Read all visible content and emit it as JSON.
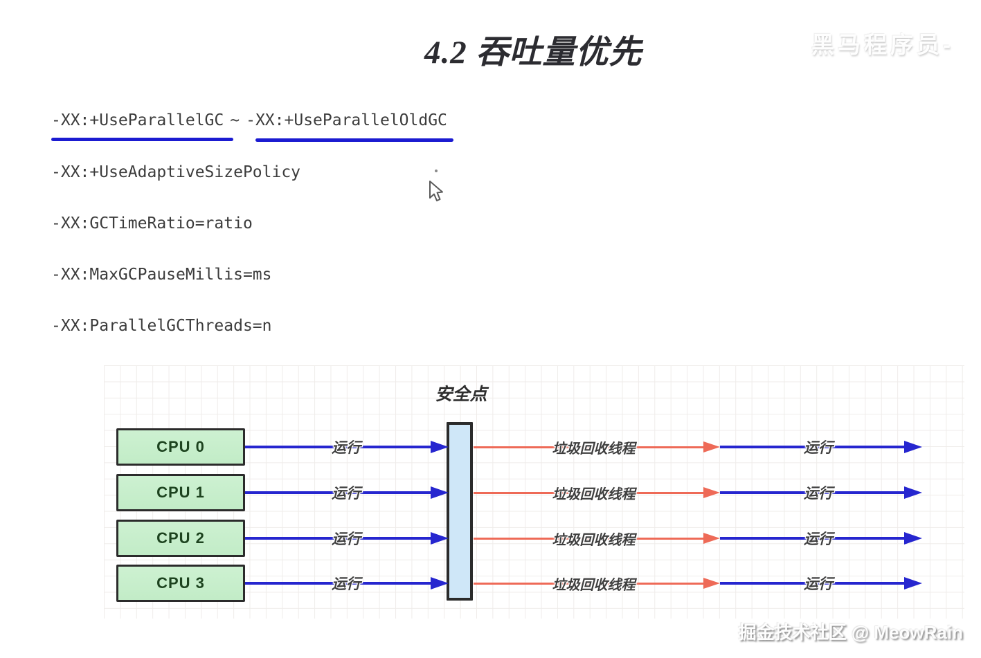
{
  "title": "4.2 吞吐量优先",
  "flags": {
    "line1": {
      "flag_a": "-XX:+UseParallelGC",
      "separator": "~",
      "flag_b": "-XX:+UseParallelOldGC"
    },
    "line2": "-XX:+UseAdaptiveSizePolicy",
    "line3": "-XX:GCTimeRatio=ratio",
    "line4": "-XX:MaxGCPauseMillis=ms",
    "line5": "-XX:ParallelGCThreads=n"
  },
  "diagram": {
    "safepoint_label": "安全点",
    "rows": [
      {
        "cpu": "CPU 0",
        "run_before": "运行",
        "gc_thread": "垃圾回收线程",
        "run_after": "运行"
      },
      {
        "cpu": "CPU 1",
        "run_before": "运行",
        "gc_thread": "垃圾回收线程",
        "run_after": "运行"
      },
      {
        "cpu": "CPU 2",
        "run_before": "运行",
        "gc_thread": "垃圾回收线程",
        "run_after": "运行"
      },
      {
        "cpu": "CPU 3",
        "run_before": "运行",
        "gc_thread": "垃圾回收线程",
        "run_after": "运行"
      }
    ],
    "colors": {
      "run_arrow_blue": "#2626cf",
      "gc_arrow_red": "#ee6a57",
      "cpu_box_fill": "#c9efcd",
      "cpu_box_border": "#2b2b2b",
      "safepoint_fill": "#cfe7f8",
      "underline_blue": "#1b1bd1",
      "grid_line": "#efecea"
    }
  },
  "watermarks": {
    "top_right": "黑马程序员-",
    "bottom_right": "掘金技术社区 @ MeowRain"
  }
}
